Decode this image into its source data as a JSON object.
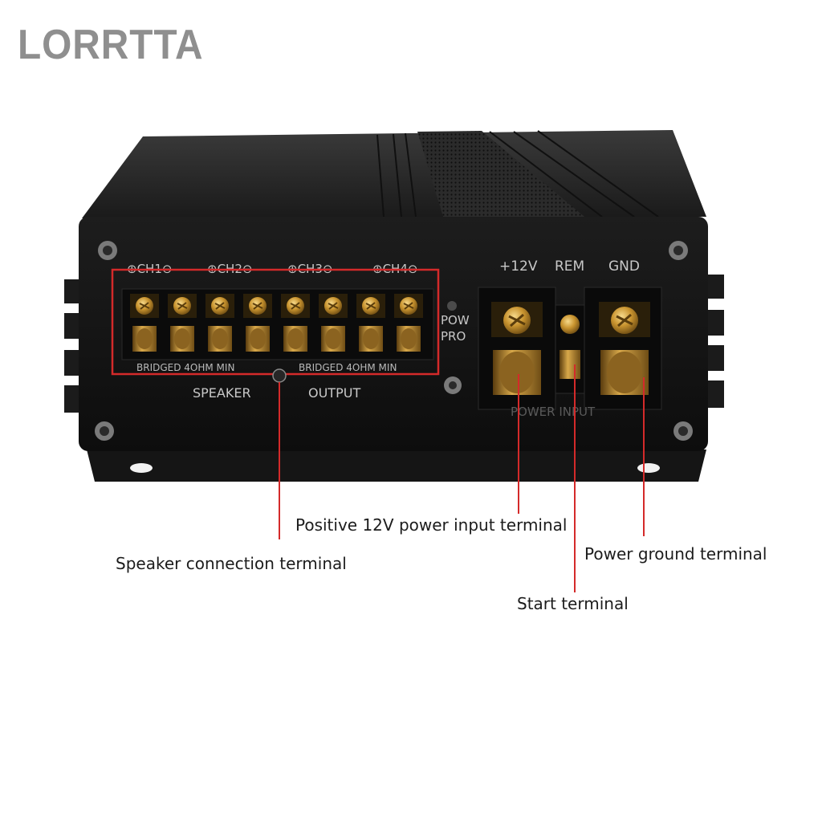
{
  "brand": {
    "name": "LORRTTA"
  },
  "panel": {
    "channels": [
      "CH1",
      "CH2",
      "CH3",
      "CH4"
    ],
    "bridged_label": "BRIDGED 4OHM MIN",
    "speaker_label": "SPEAKER",
    "output_label": "OUTPUT",
    "pow_label": "POW",
    "pro_label": "PRO",
    "power_terminals": [
      "+12V",
      "REM",
      "GND"
    ],
    "power_input_label": "POWER INPUT"
  },
  "callouts": {
    "speaker": "Speaker connection terminal",
    "positive": "Positive 12V power input terminal",
    "ground": "Power ground terminal",
    "start": "Start terminal"
  },
  "colors": {
    "annotation": "#d42a2a",
    "body": "#141414",
    "brass": "#c9942f",
    "label": "#c8c8c8"
  }
}
